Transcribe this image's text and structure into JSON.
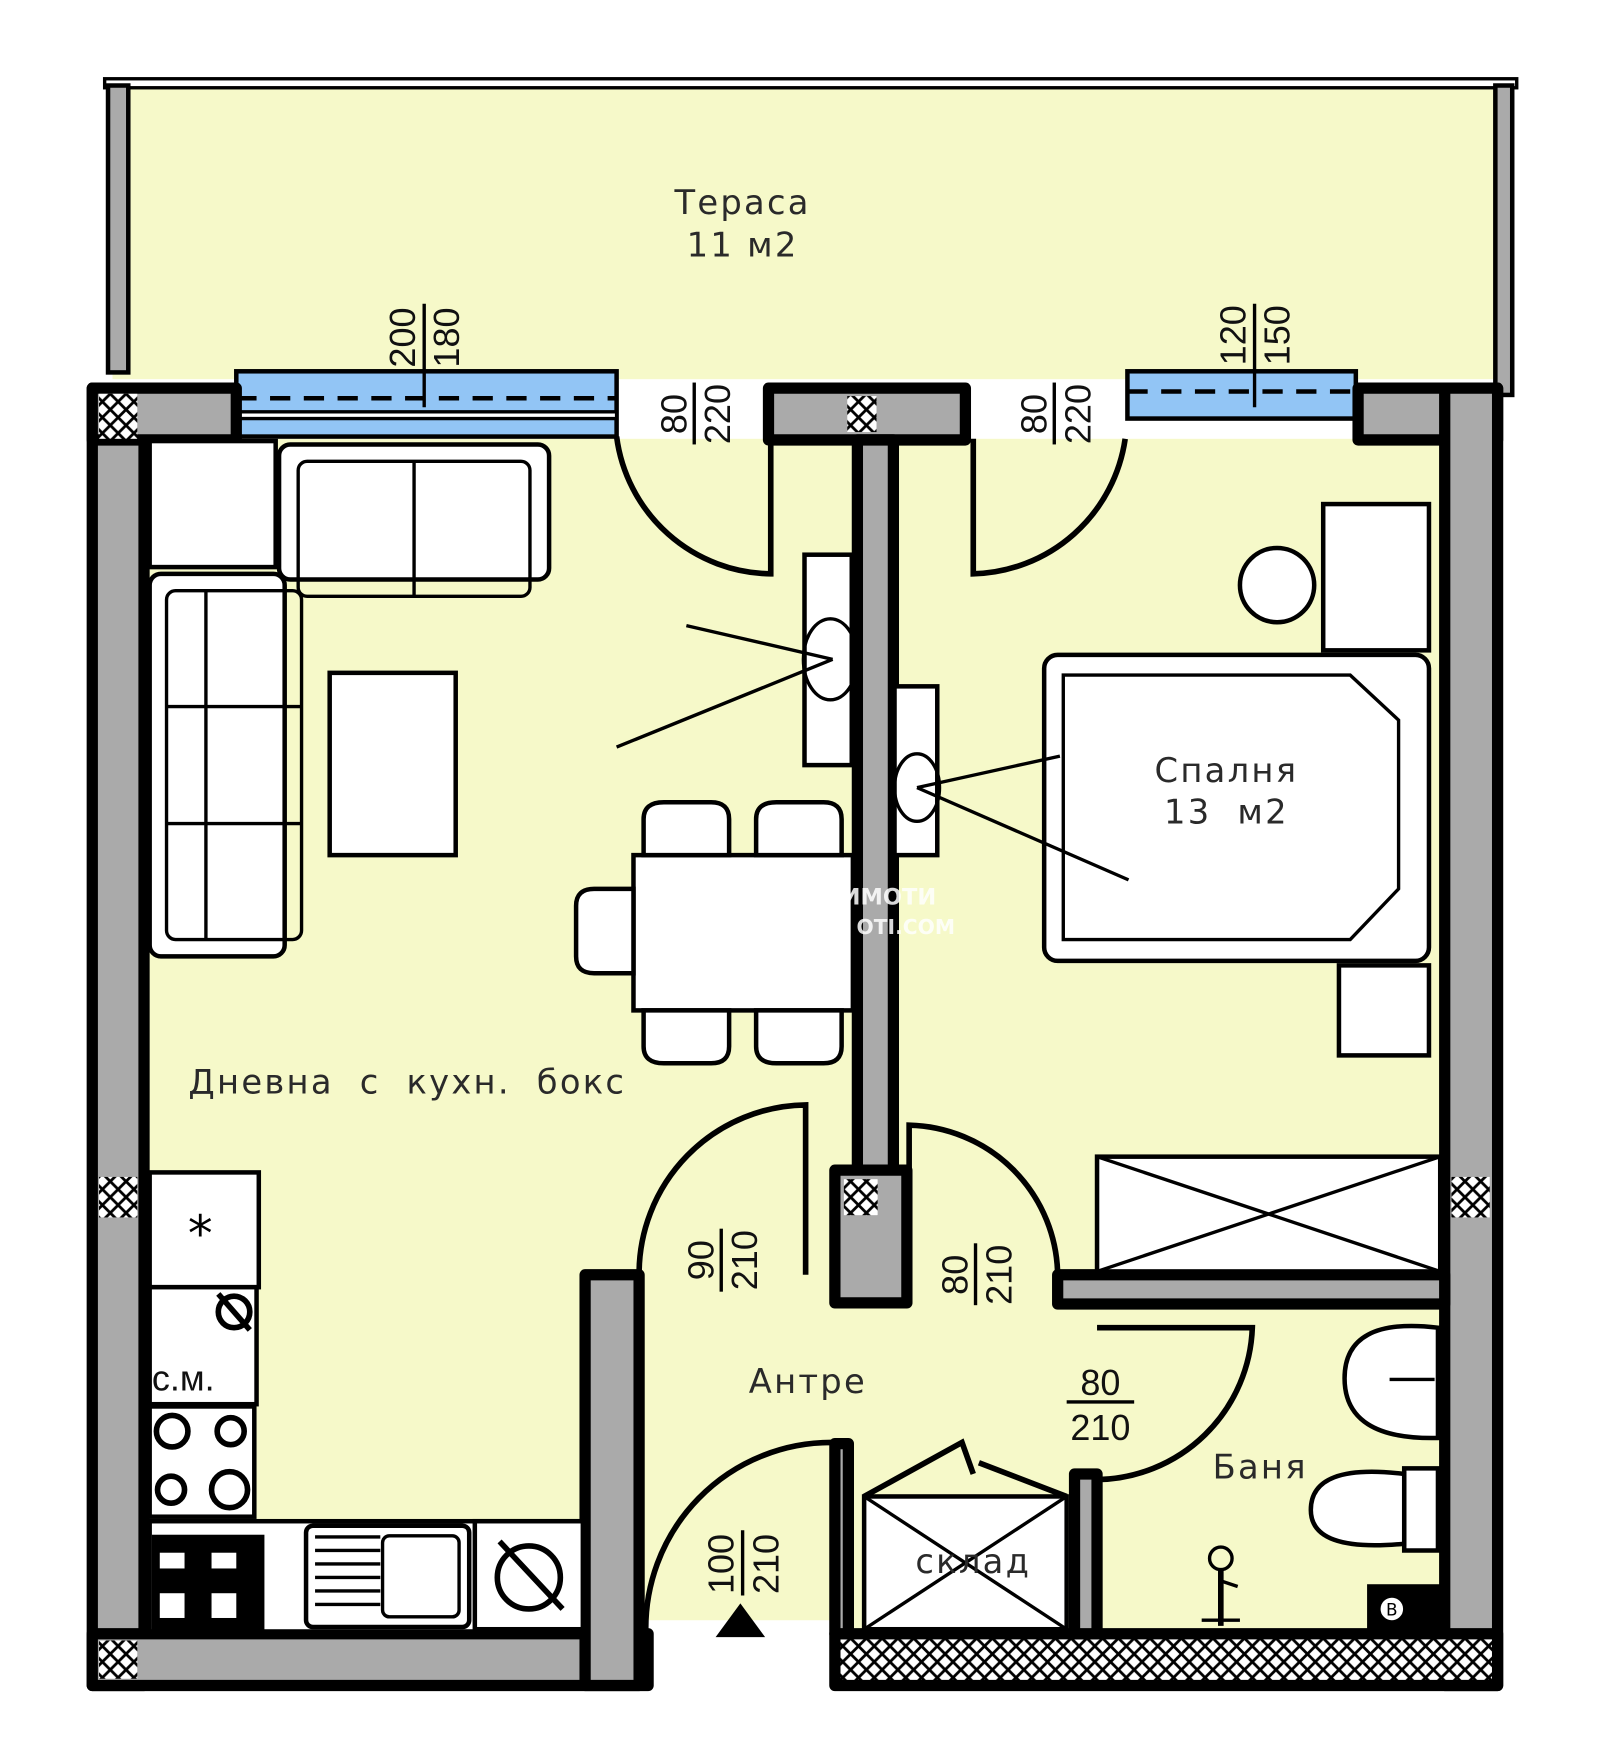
{
  "colors": {
    "floor": "#f6f9c9",
    "window": "#92c5f5",
    "wall": "#aaaaaa",
    "line": "#000000"
  },
  "rooms": {
    "terrace": {
      "name": "Тераса",
      "area": "11  м2"
    },
    "living": {
      "name": "Дневна  с  кухн.  бокс"
    },
    "bedroom": {
      "name": "Спалня",
      "area": "13  м2"
    },
    "hall": {
      "name": "Антре"
    },
    "bathroom": {
      "name": "Баня"
    },
    "storage": {
      "name": "склад"
    }
  },
  "kitchen": {
    "washing_machine_label": "с.м."
  },
  "dimensions": {
    "living_window": {
      "top": "200",
      "bottom": "180"
    },
    "bedroom_window": {
      "top": "120",
      "bottom": "150"
    },
    "living_terrace_door": {
      "top": "80",
      "bottom": "220"
    },
    "bedroom_terrace_door": {
      "top": "80",
      "bottom": "220"
    },
    "living_door": {
      "top": "90",
      "bottom": "210"
    },
    "bedroom_door": {
      "top": "80",
      "bottom": "210"
    },
    "bathroom_door": {
      "top": "80",
      "bottom": "210"
    },
    "entrance_door": {
      "top": "100",
      "bottom": "210"
    }
  },
  "watermark": {
    "line1": "ИМОТИ",
    "line2": "OTI.COM"
  },
  "icons": [
    "freezer-asterisk-icon",
    "appliance-circle-slash-icon",
    "hob-burners-icon",
    "sink-icon",
    "boiler-b-icon",
    "entrance-arrow-icon"
  ]
}
